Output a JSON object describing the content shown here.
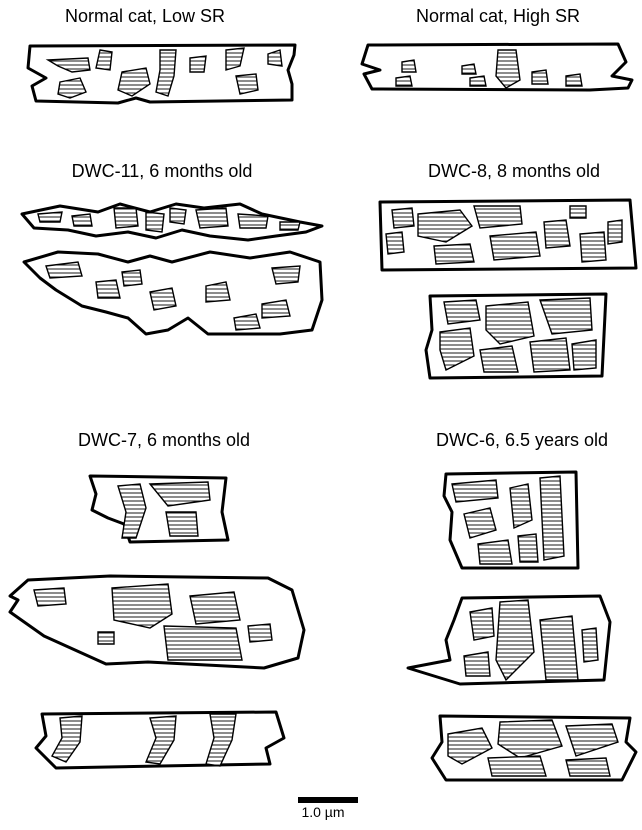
{
  "panels": {
    "normal_low": {
      "title": "Normal cat, Low SR"
    },
    "normal_high": {
      "title": "Normal cat, High SR"
    },
    "dwc11": {
      "title": "DWC-11, 6 months old"
    },
    "dwc8": {
      "title": "DWC-8, 8 months old"
    },
    "dwc7": {
      "title": "DWC-7, 6 months old"
    },
    "dwc6": {
      "title": "DWC-6, 6.5 years old"
    }
  },
  "scale_bar": {
    "label": "1.0 µm"
  },
  "colors": {
    "ink": "#000000",
    "background": "#ffffff"
  }
}
